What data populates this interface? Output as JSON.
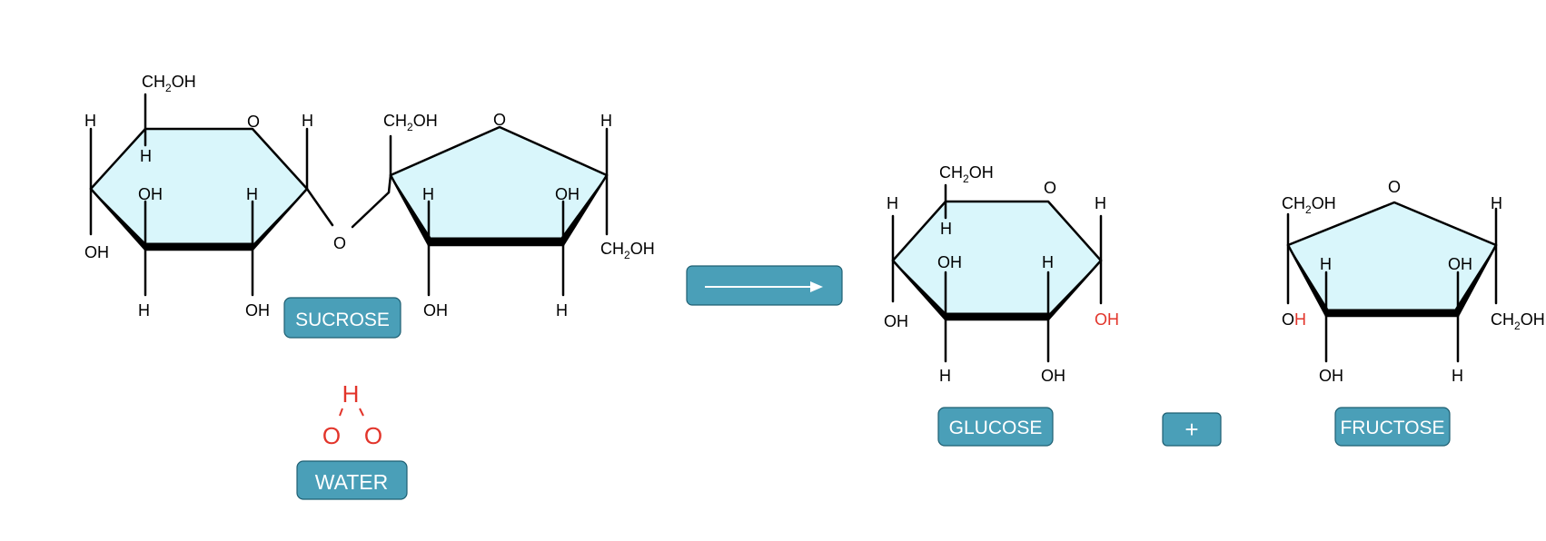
{
  "labels": {
    "sucrose": "SUCROSE",
    "water": "WATER",
    "glucose": "GLUCOSE",
    "fructose": "FRUCTOSE",
    "plus": "+"
  },
  "atoms": {
    "ch2oh": "CH",
    "sub2": "2",
    "oh_suffix": "OH",
    "oh": "OH",
    "h": "H",
    "o": "O",
    "o_part": "O",
    "h_part": "H"
  },
  "colors": {
    "ring_fill": "#d9f6fb",
    "badge": "#4a9fb8",
    "highlight": "#e2342a"
  },
  "icons": {
    "reaction_arrow": "right-arrow-icon"
  }
}
